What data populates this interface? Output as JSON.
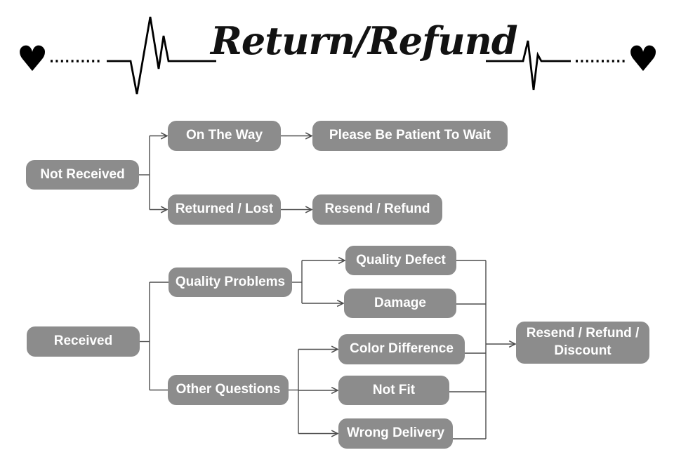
{
  "header": {
    "title": "Return/Refund",
    "heart_glyph": "♥"
  },
  "colors": {
    "node_background": "#8c8c8c",
    "node_text": "#ffffff",
    "connector_line": "#4d4d4d",
    "header_ink": "#000000"
  },
  "flowchart": {
    "nodes": [
      {
        "id": "not-received",
        "label": "Not Received"
      },
      {
        "id": "on-the-way",
        "label": "On The Way"
      },
      {
        "id": "please-wait",
        "label": "Please Be Patient To Wait"
      },
      {
        "id": "returned-lost",
        "label": "Returned / Lost"
      },
      {
        "id": "resend-refund",
        "label": "Resend / Refund"
      },
      {
        "id": "received",
        "label": "Received"
      },
      {
        "id": "quality-problems",
        "label": "Quality Problems"
      },
      {
        "id": "other-questions",
        "label": "Other Questions"
      },
      {
        "id": "quality-defect",
        "label": "Quality Defect"
      },
      {
        "id": "damage",
        "label": "Damage"
      },
      {
        "id": "color-difference",
        "label": "Color Difference"
      },
      {
        "id": "not-fit",
        "label": "Not Fit"
      },
      {
        "id": "wrong-delivery",
        "label": "Wrong Delivery"
      },
      {
        "id": "resend-refund-discount",
        "label": "Resend / Refund / Discount"
      }
    ],
    "edges": [
      {
        "from": "Not Received",
        "to": "On The Way"
      },
      {
        "from": "Not Received",
        "to": "Returned / Lost"
      },
      {
        "from": "On The Way",
        "to": "Please Be Patient To Wait"
      },
      {
        "from": "Returned / Lost",
        "to": "Resend / Refund"
      },
      {
        "from": "Received",
        "to": "Quality Problems"
      },
      {
        "from": "Received",
        "to": "Other Questions"
      },
      {
        "from": "Quality Problems",
        "to": "Quality Defect"
      },
      {
        "from": "Quality Problems",
        "to": "Damage"
      },
      {
        "from": "Other Questions",
        "to": "Color Difference"
      },
      {
        "from": "Other Questions",
        "to": "Not Fit"
      },
      {
        "from": "Other Questions",
        "to": "Wrong Delivery"
      },
      {
        "from": "Quality Defect",
        "to": "Resend / Refund / Discount"
      },
      {
        "from": "Damage",
        "to": "Resend / Refund / Discount"
      },
      {
        "from": "Color Difference",
        "to": "Resend / Refund / Discount"
      },
      {
        "from": "Not Fit",
        "to": "Resend / Refund / Discount"
      },
      {
        "from": "Wrong Delivery",
        "to": "Resend / Refund / Discount"
      }
    ]
  }
}
